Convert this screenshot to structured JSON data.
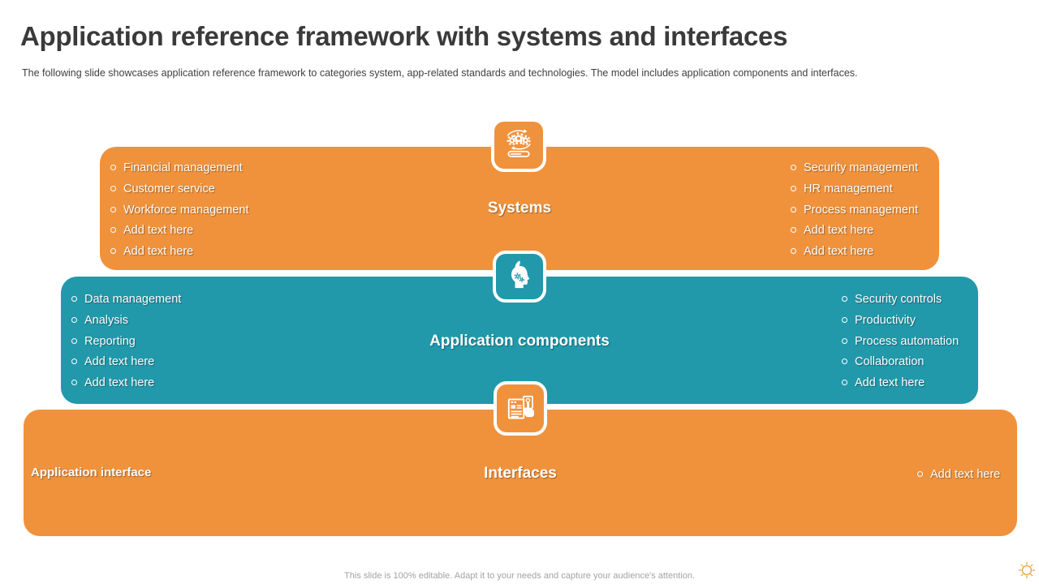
{
  "slide": {
    "title": "Application reference framework with systems and interfaces",
    "subtitle": "The following slide showcases application reference framework to categories system, app-related standards and technologies. The model includes application components and interfaces.",
    "footer": "This slide is 100% editable. Adapt it to your needs and capture your audience's attention."
  },
  "colors": {
    "orange": "#f0923c",
    "teal": "#2199ab",
    "title_text": "#3a3a3a",
    "footer_text": "#a3a3a3",
    "band_text": "#ffffff"
  },
  "icons": {
    "systems": "gears-sync-icon",
    "components": "head-gears-icon",
    "interfaces": "webpage-touch-icon",
    "logo": "sun-logo-icon"
  },
  "bands": [
    {
      "id": "systems",
      "label": "Systems",
      "left_items": [
        "Financial management",
        "Customer service",
        "Workforce management",
        "Add text here",
        "Add text here"
      ],
      "right_items": [
        "Security management",
        "HR management",
        "Process management",
        "Add text here",
        "Add text here"
      ]
    },
    {
      "id": "application-components",
      "label": "Application components",
      "left_items": [
        "Data management",
        "Analysis",
        "Reporting",
        "Add text here",
        "Add text here"
      ],
      "right_items": [
        "Security controls",
        "Productivity",
        "Process automation",
        "Collaboration",
        "Add text here"
      ]
    },
    {
      "id": "interfaces",
      "label": "Interfaces",
      "left_label": "Application interface",
      "right_items": [
        "Add text here"
      ]
    }
  ]
}
